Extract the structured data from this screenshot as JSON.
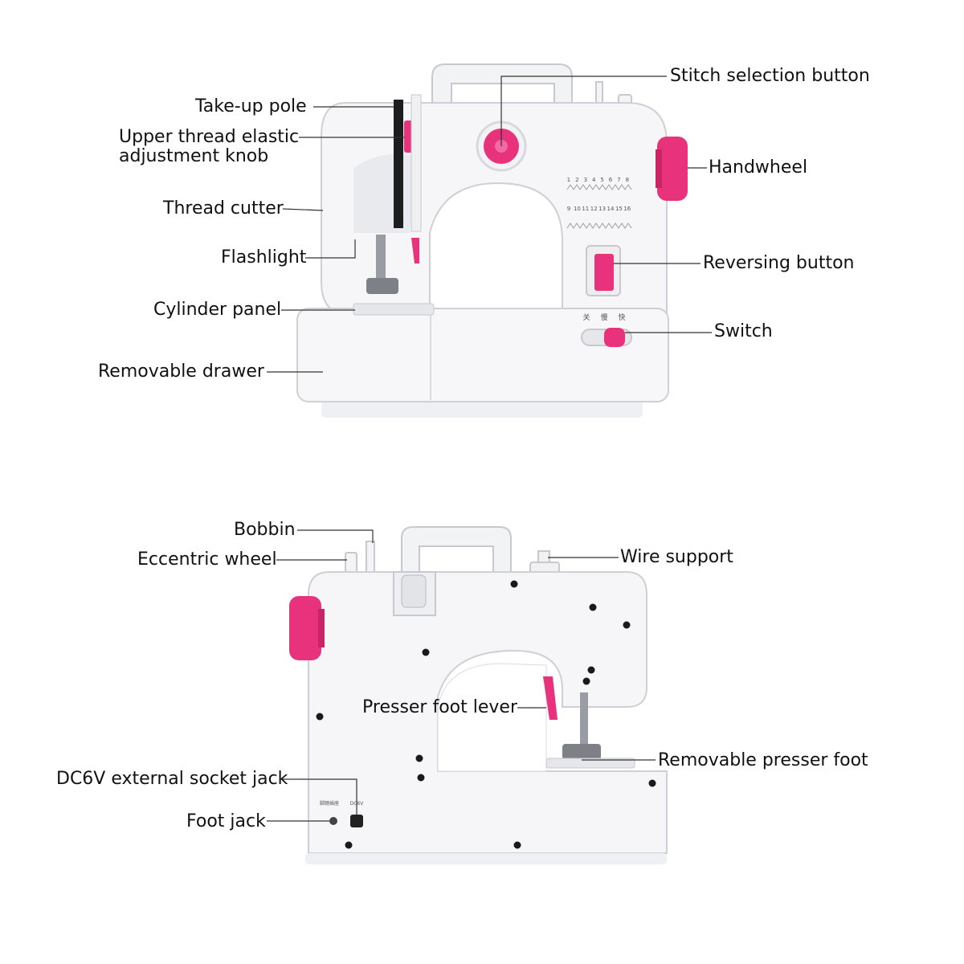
{
  "colors": {
    "pink": "#e8337c",
    "body": "#f6f6f8",
    "outline": "#cfd0d6",
    "ink": "#111111",
    "leader": "#333333"
  },
  "top_view": {
    "labels": {
      "take_up_pole": "Take-up pole",
      "upper_thread_knob_1": "Upper thread elastic",
      "upper_thread_knob_2": "adjustment knob",
      "thread_cutter": "Thread cutter",
      "flashlight": "Flashlight",
      "cylinder_panel": "Cylinder panel",
      "removable_drawer": "Removable drawer",
      "stitch_selection_button": "Stitch selection button",
      "handwheel": "Handwheel",
      "reversing_button": "Reversing button",
      "switch": "Switch"
    },
    "stitch_numbers_row1": [
      "1",
      "2",
      "3",
      "4",
      "5",
      "6",
      "7",
      "8"
    ],
    "stitch_numbers_row2": [
      "9",
      "10",
      "11",
      "12",
      "13",
      "14",
      "15",
      "16"
    ],
    "switch_marks": [
      "关",
      "慢",
      "快"
    ]
  },
  "bottom_view": {
    "labels": {
      "bobbin": "Bobbin",
      "eccentric_wheel": "Eccentric wheel",
      "wire_support": "Wire support",
      "presser_foot_lever": "Presser foot lever",
      "removable_presser_foot": "Removable presser foot",
      "dc6v_socket_jack": "DC6V external socket jack",
      "foot_jack": "Foot jack"
    },
    "jack_marks": [
      "脚踏插座",
      "DC6V"
    ]
  }
}
